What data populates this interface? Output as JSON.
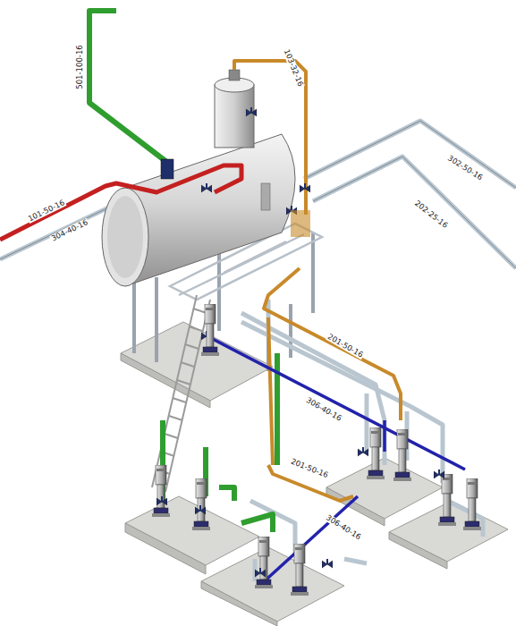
{
  "diagram": {
    "labels": [
      "501-100-16",
      "103-32-16",
      "101-50-16",
      "304-40-16",
      "302-50-16",
      "202-25-16",
      "201-50-16",
      "306-40-16",
      "201-50-16",
      "306-40-16"
    ]
  }
}
